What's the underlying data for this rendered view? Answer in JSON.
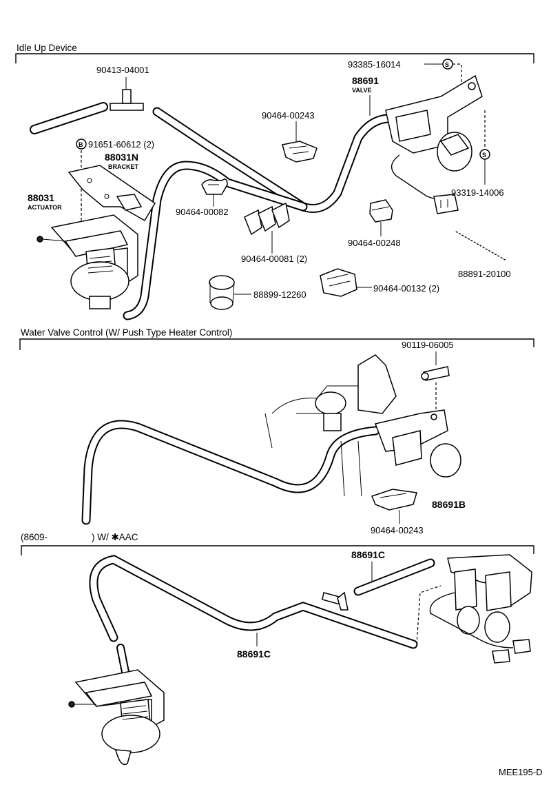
{
  "sections": {
    "idle_up": "Idle Up Device",
    "water_valve": "Water Valve Control (W/ Push Type Heater Control)",
    "aac_prefix": "(8609-",
    "aac_suffix": ") W/ ✱AAC"
  },
  "parts": {
    "p90413_04001": "90413-04001",
    "p93385_16014": "93385-16014",
    "p88691": "88691",
    "valve_sub": "VALVE",
    "p90464_00243_a": "90464-00243",
    "p91651_60612": "91651-60612 (2)",
    "p88031N": "88031N",
    "bracket_sub": "BRACKET",
    "p88031": "88031",
    "actuator_sub": "ACTUATOR",
    "p93319_14006": "93319-14006",
    "p90464_00082": "90464-00082",
    "p90464_00248": "90464-00248",
    "p90464_00081": "90464-00081 (2)",
    "p88891_20100": "88891-20100",
    "p88899_12260": "88899-12260",
    "p90464_00132": "90464-00132 (2)",
    "p90119_06005": "90119-06005",
    "p88691B": "88691B",
    "p90464_00243_b": "90464-00243",
    "p88691C_a": "88691C",
    "p88691C_b": "88691C"
  },
  "symbols": {
    "s_mark": "S",
    "b_mark": "B"
  },
  "figure_code": "MEE195-D"
}
